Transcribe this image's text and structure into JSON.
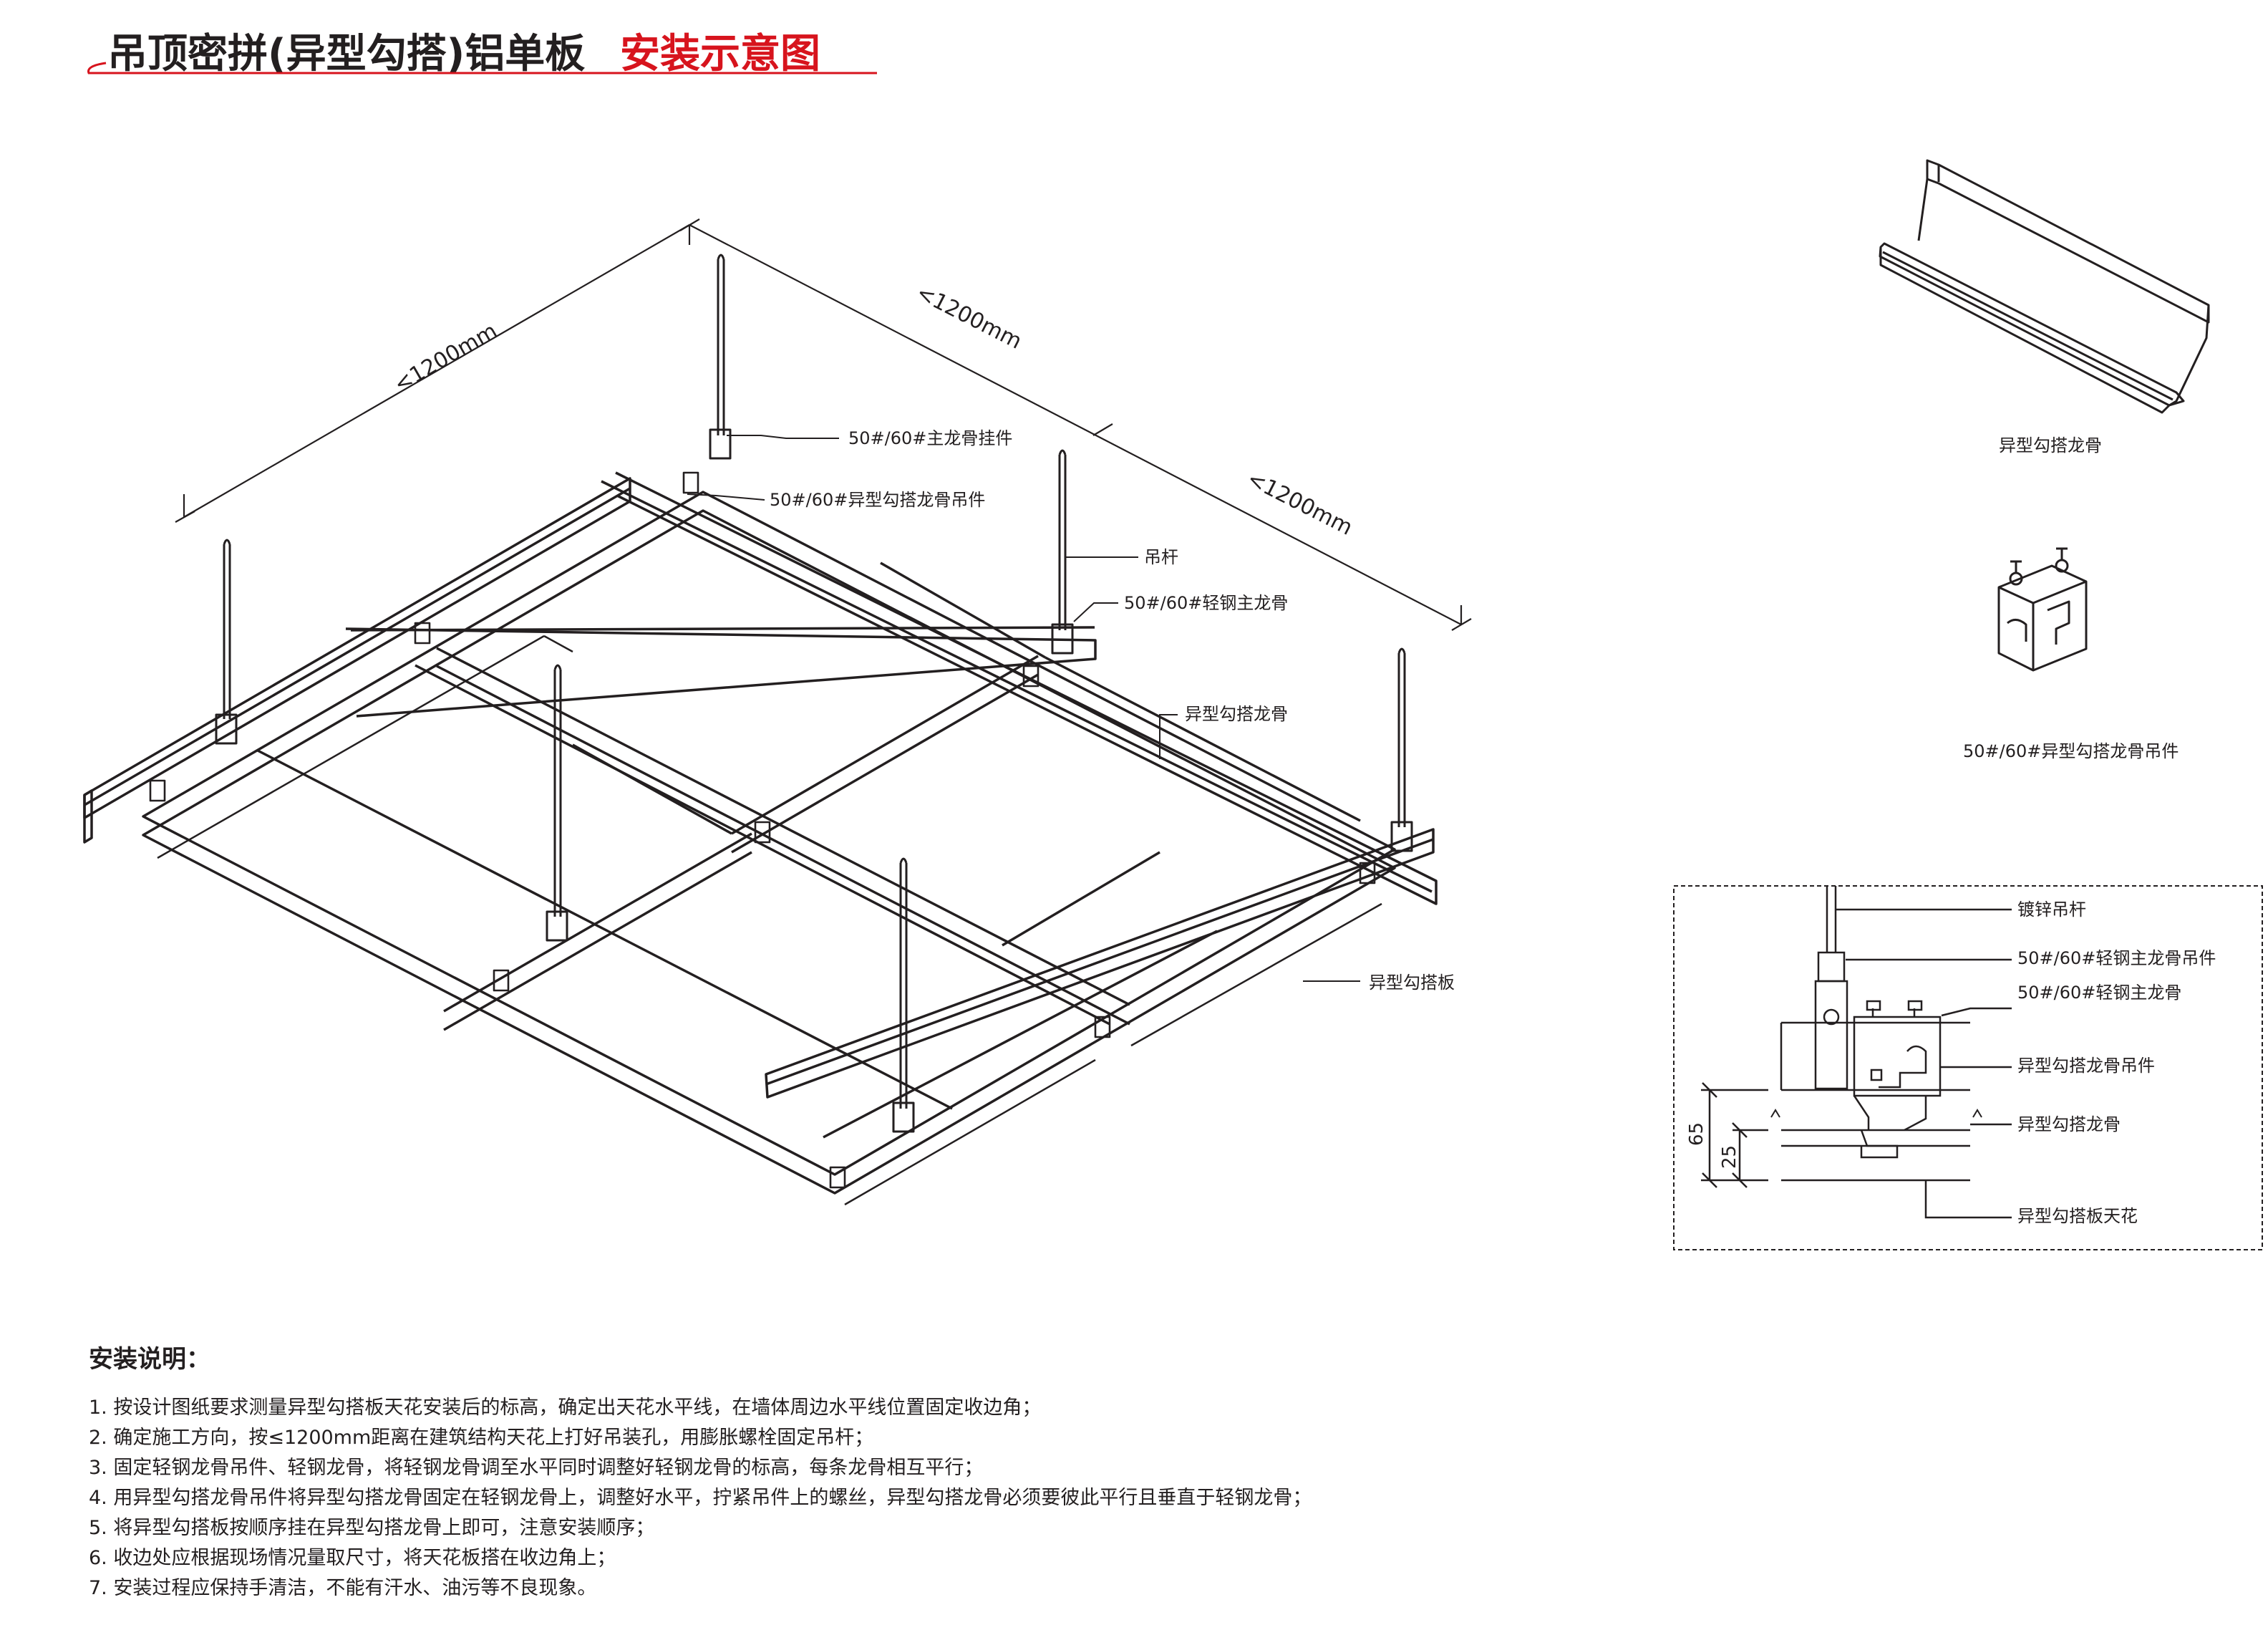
{
  "title": {
    "main": "吊顶密拼(异型勾搭)铝单板",
    "sub": "安装示意图",
    "accent_color": "#d7141d"
  },
  "iso": {
    "dims": [
      "<1200mm",
      "<1200mm",
      "<1200mm"
    ],
    "labels": {
      "main_hanger": "50#/60#主龙骨挂件",
      "keel_hanger": "50#/60#异型勾搭龙骨吊件",
      "rod": "吊杆",
      "main_keel": "50#/60#轻钢主龙骨",
      "hook_keel": "异型勾搭龙骨",
      "panel": "异型勾搭板"
    }
  },
  "details": {
    "keel_caption": "异型勾搭龙骨",
    "hanger_caption": "50#/60#异型勾搭龙骨吊件"
  },
  "section": {
    "labels": {
      "rod": "镀锌吊杆",
      "main_hanger": "50#/60#轻钢主龙骨吊件",
      "main_keel": "50#/60#轻钢主龙骨",
      "keel_hanger": "异型勾搭龙骨吊件",
      "hook_keel": "异型勾搭龙骨",
      "ceiling": "异型勾搭板天花"
    },
    "dims": {
      "total": "65",
      "panel": "25"
    }
  },
  "notes": {
    "title": "安装说明：",
    "items": [
      "1. 按设计图纸要求测量异型勾搭板天花安装后的标高，确定出天花水平线，在墙体周边水平线位置固定收边角；",
      "2. 确定施工方向，按≤1200mm距离在建筑结构天花上打好吊装孔，用膨胀螺栓固定吊杆；",
      "3. 固定轻钢龙骨吊件、轻钢龙骨，将轻钢龙骨调至水平同时调整好轻钢龙骨的标高，每条龙骨相互平行；",
      "4. 用异型勾搭龙骨吊件将异型勾搭龙骨固定在轻钢龙骨上，调整好水平，拧紧吊件上的螺丝，异型勾搭龙骨必须要彼此平行且垂直于轻钢龙骨；",
      "5. 将异型勾搭板按顺序挂在异型勾搭龙骨上即可，注意安装顺序；",
      "6. 收边处应根据现场情况量取尺寸，将天花板搭在收边角上；",
      "7. 安装过程应保持手清洁，不能有汗水、油污等不良现象。"
    ]
  }
}
